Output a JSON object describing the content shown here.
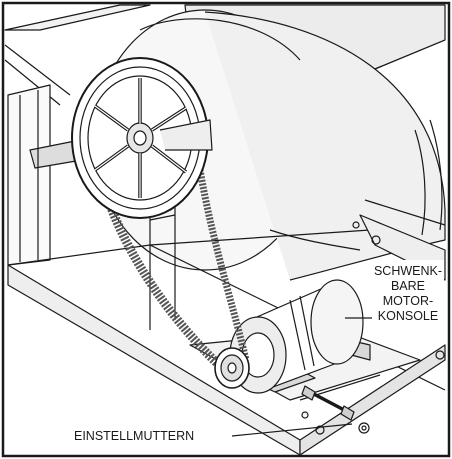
{
  "labels": {
    "motor_mount": [
      "SCHWENK-",
      "BARE",
      "MOTOR-",
      "KONSOLE"
    ],
    "adjusting_nuts": "EINSTELLMUTTERN"
  },
  "colors": {
    "line": "#1a1a1a",
    "background": "#ffffff",
    "belt": "#555555",
    "shade": "#cfcfcf",
    "light_shade": "#ececec"
  }
}
